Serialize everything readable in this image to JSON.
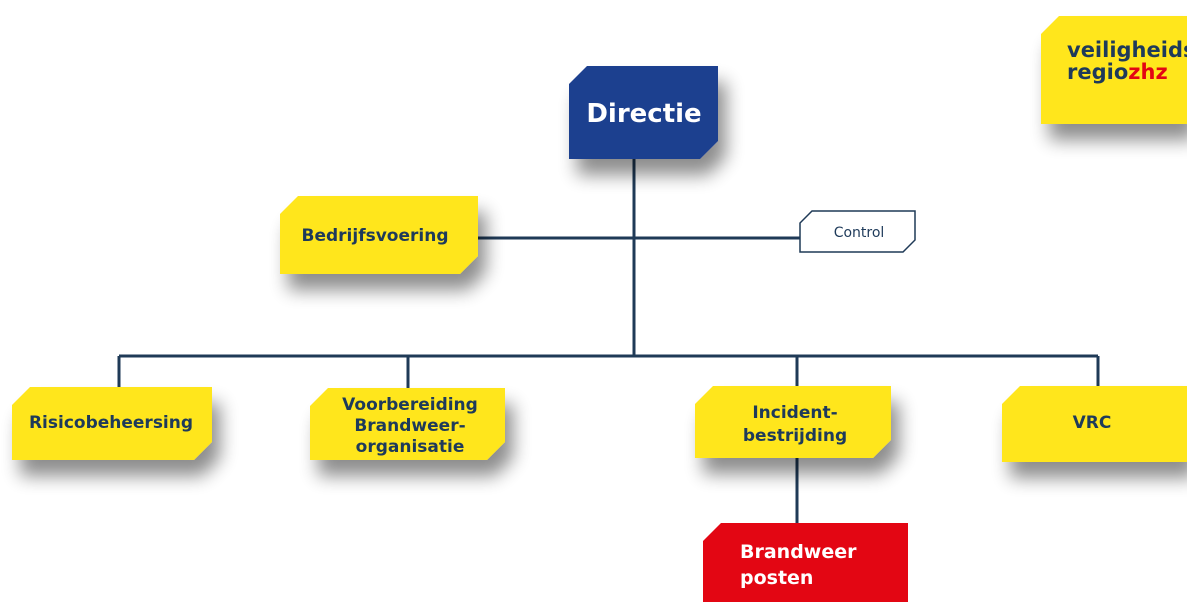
{
  "colors": {
    "navy": "#1e3f8f",
    "yellow": "#ffe61f",
    "red": "#e30613",
    "line": "#1f3a57",
    "text_dark": "#1e3a5a",
    "white": "#ffffff"
  },
  "logo": {
    "line1": "veiligheids",
    "line2_prefix": "regio",
    "line2_suffix": "zhz"
  },
  "nodes": {
    "directie": "Directie",
    "bedrijfsvoering": "Bedrijfsvoering",
    "control": "Control",
    "risicobeheersing": "Risicobeheersing",
    "voorbereiding": [
      "Voorbereiding",
      "Brandweer-",
      "organisatie"
    ],
    "incidentbestrijding": [
      "Incident-",
      "bestrijding"
    ],
    "vrc": "VRC",
    "brandweer_posten": [
      "Brandweer",
      "posten"
    ]
  }
}
